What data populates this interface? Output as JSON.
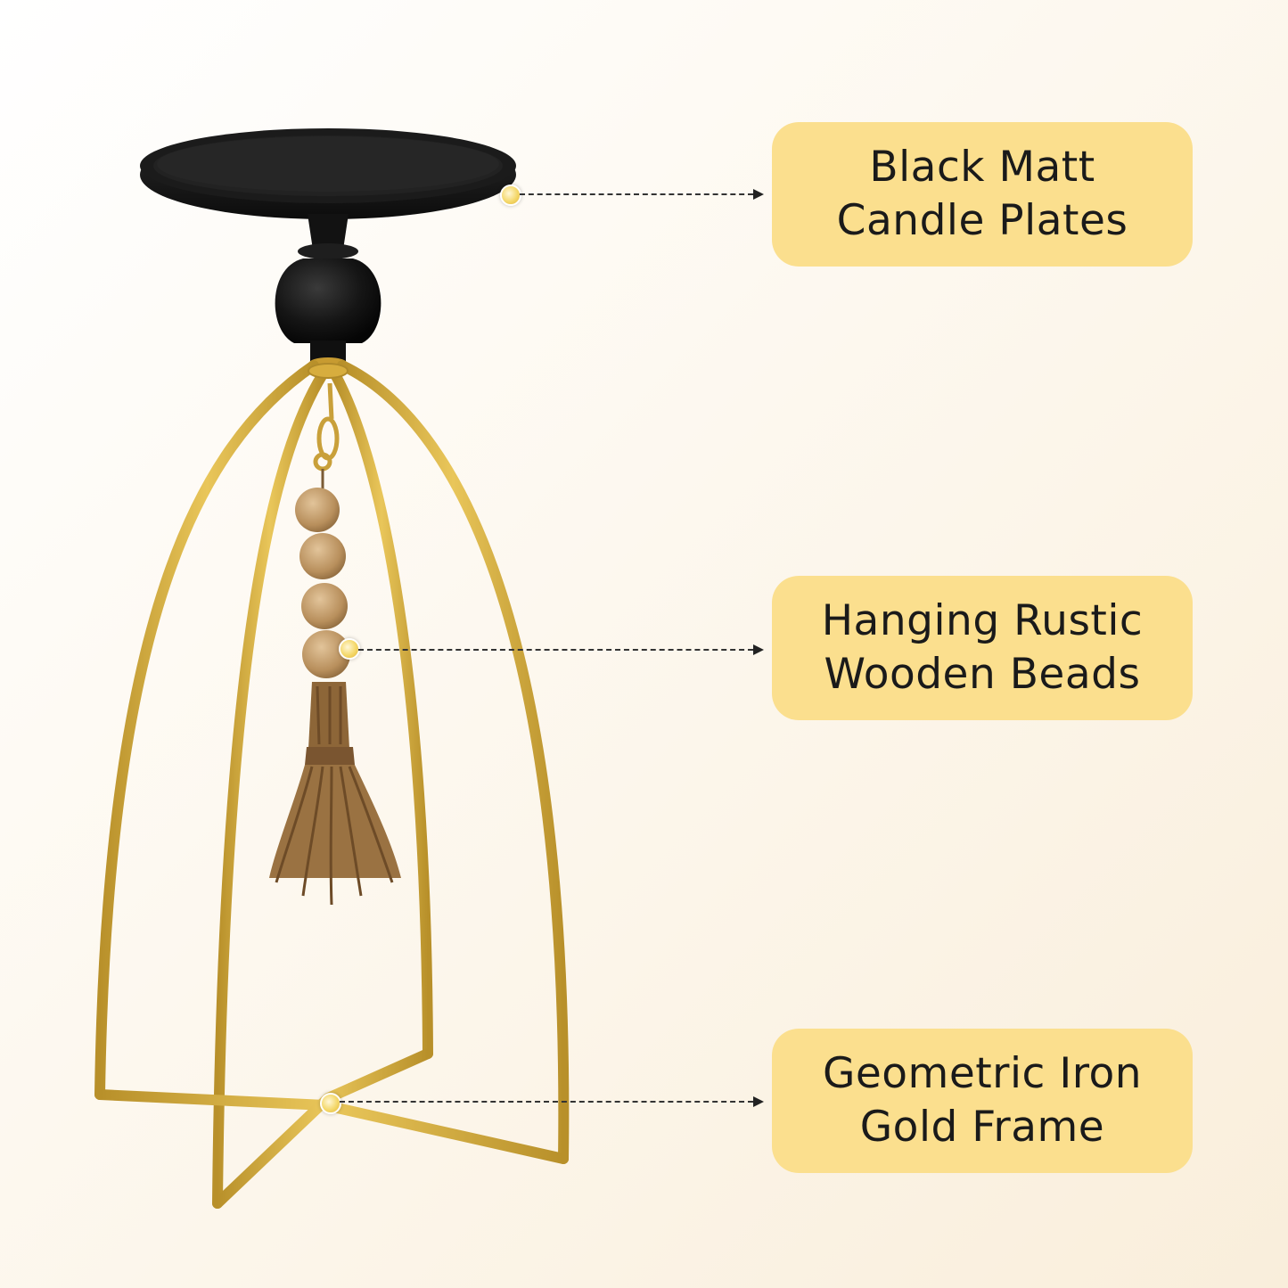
{
  "callouts": [
    {
      "id": "plates",
      "text": "Black Matt\nCandle Plates"
    },
    {
      "id": "beads",
      "text": "Hanging Rustic\nWooden Beads"
    },
    {
      "id": "frame",
      "text": "Geometric Iron\nGold Frame"
    }
  ],
  "colors": {
    "callout_bg": "#fbdf8e",
    "gold": "#d4a939",
    "gold_light": "#f0cf6a",
    "black_metal": "#141414",
    "wood": "#b88f5c",
    "jute": "#8d6638",
    "text": "#1a1a1a"
  }
}
